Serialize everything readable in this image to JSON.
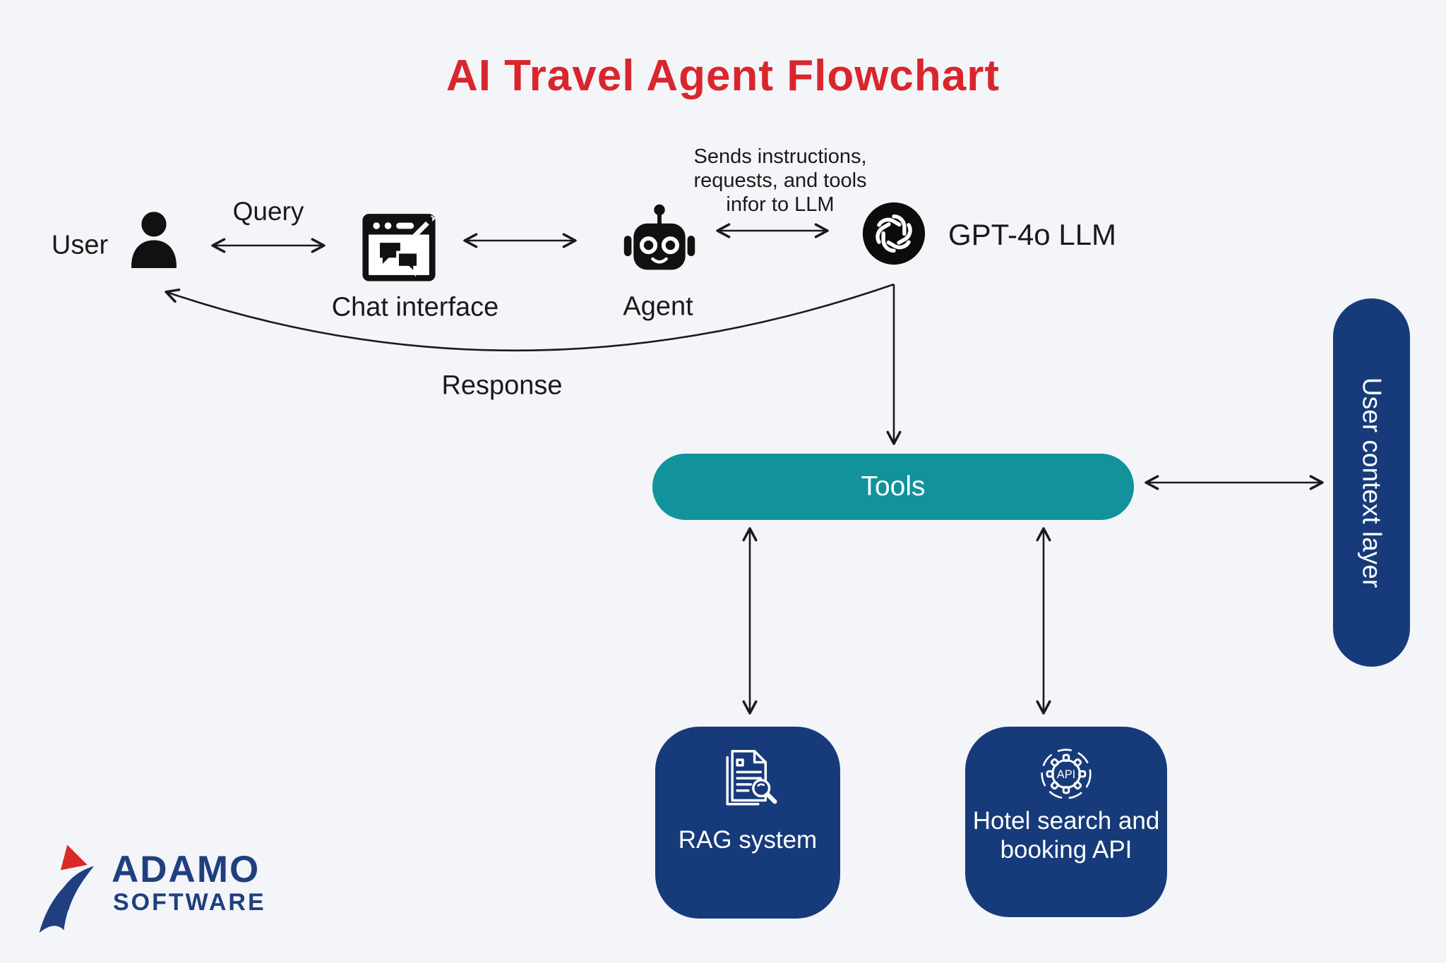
{
  "title": "AI Travel Agent Flowchart",
  "colors": {
    "background": "#f4f5f9",
    "title_red": "#d9262c",
    "navy": "#173b7a",
    "teal": "#12939c",
    "ink": "#1a1a1a",
    "logo_navy": "#1f3f7f",
    "logo_red": "#da2a28"
  },
  "flow": {
    "user_label": "User",
    "query_label": "Query",
    "chat_interface_label": "Chat interface",
    "agent_label": "Agent",
    "gpt_label": "GPT-4o LLM",
    "llm_note_lines": [
      "Sends instructions,",
      "requests, and tools",
      "infor to LLM"
    ],
    "response_label": "Response"
  },
  "nodes": {
    "tools_label": "Tools",
    "rag_label": "RAG system",
    "hotel_label_line1": "Hotel search and",
    "hotel_label_line2": "booking API",
    "user_context_label": "User context layer",
    "api_icon_text": "API"
  },
  "logo": {
    "name_top": "ADAMO",
    "name_bottom": "SOFTWARE"
  }
}
